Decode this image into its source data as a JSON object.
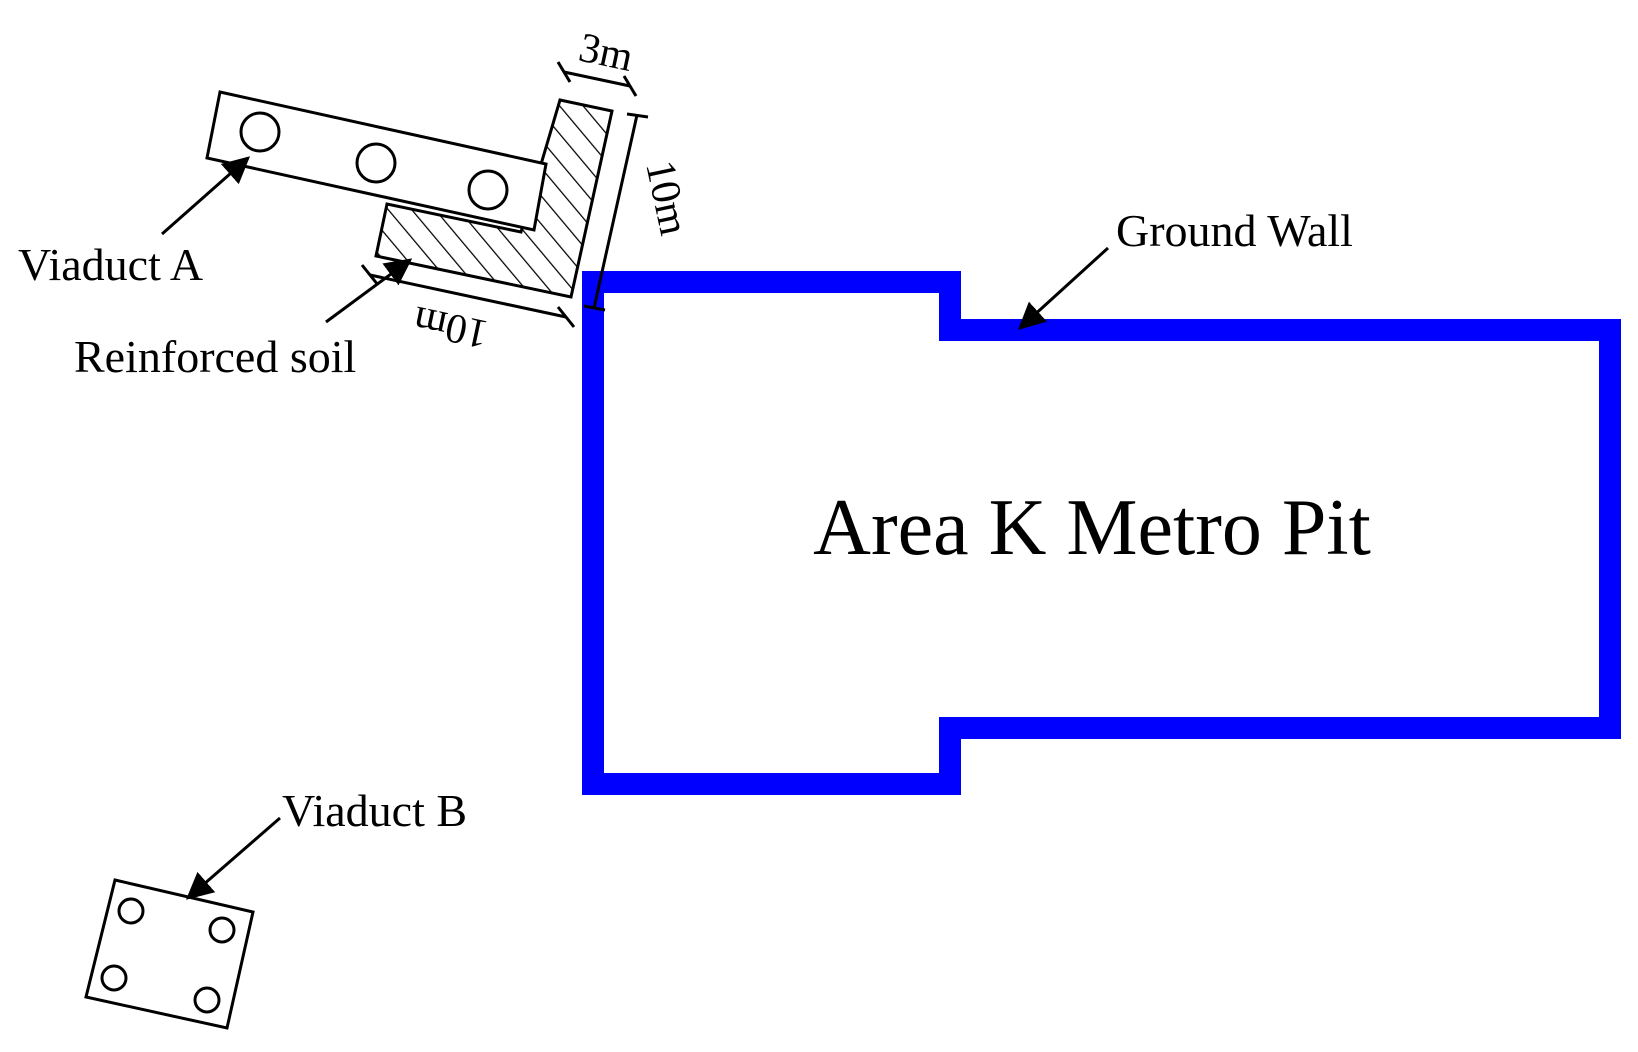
{
  "labels": {
    "viaduct_a": "Viaduct A",
    "reinforced_soil": "Reinforced soil",
    "viaduct_b": "Viaduct B",
    "ground_wall": "Ground Wall",
    "pit": "Area K Metro Pit",
    "dim_width": "3m",
    "dim_right": "10m",
    "dim_bottom": "10m"
  },
  "colors": {
    "wall": "#0000ff",
    "ink": "#000000",
    "background": "#ffffff"
  }
}
